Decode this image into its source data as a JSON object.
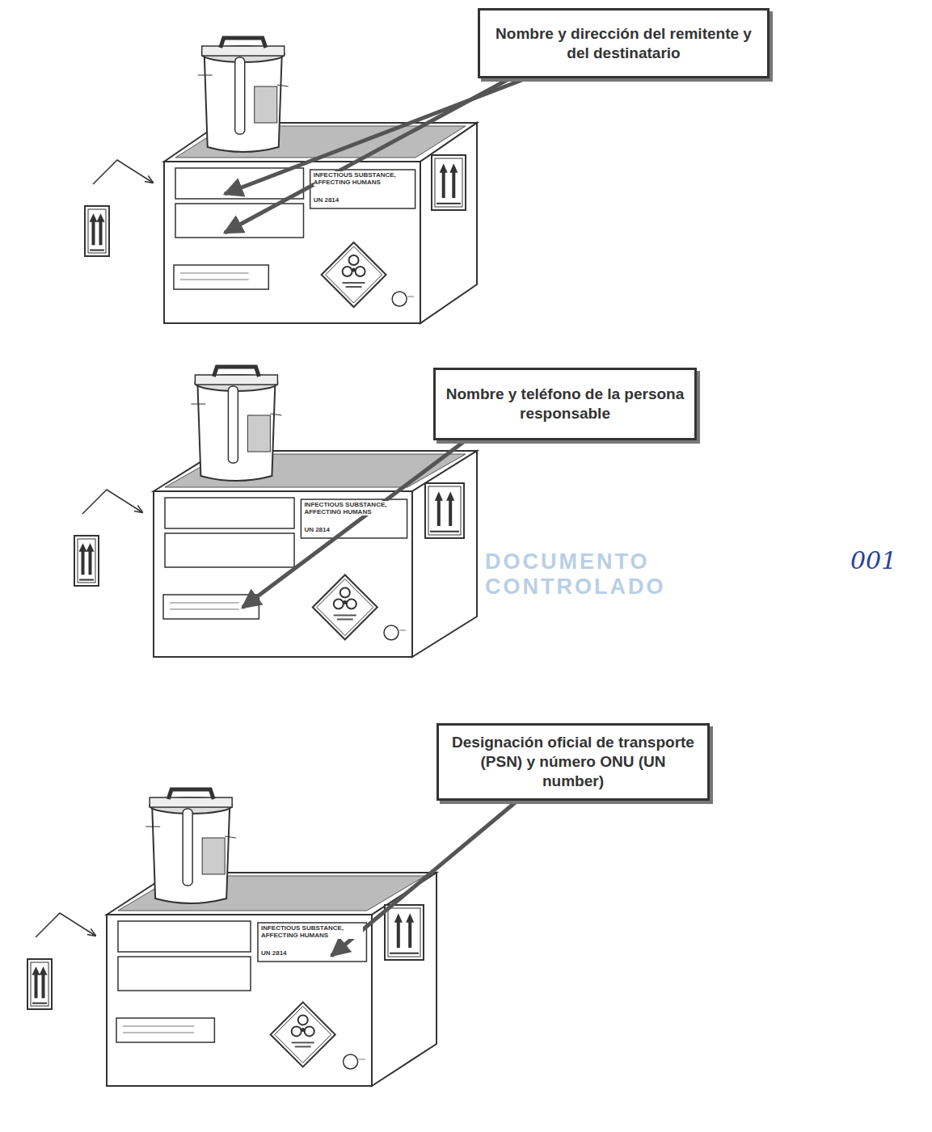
{
  "diagram": {
    "nodes": [
      {
        "text": [
          "Nombre y dirección del remitente y del destinatario"
        ]
      },
      {
        "text": [
          "Nombre y teléfono de la persona responsable"
        ]
      },
      {
        "text": [
          "Designación oficial de transporte (PSN) y número ONU (UN number)"
        ]
      }
    ],
    "edges": [],
    "labels": [
      "INFECTIOUS SUBSTANCE, AFFECTING HUMANS",
      "UN 2814",
      "INFECTIOUS SUBSTANCE, AFFECTING HUMANS",
      "UN 2814",
      "DOCUMENTO CONTROLADO",
      "001",
      "INFECTIOUS SUBSTANCE, AFFECTING HUMANS",
      "UN 2814"
    ]
  }
}
